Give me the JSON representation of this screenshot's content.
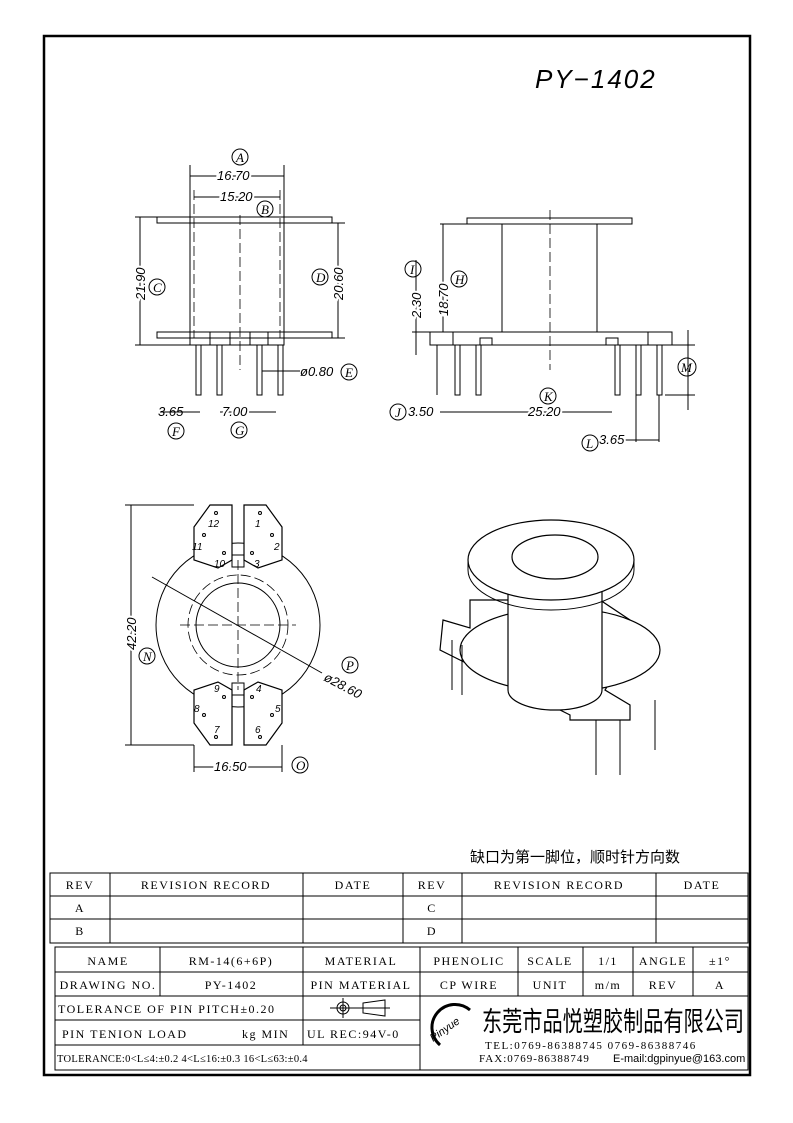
{
  "title": "PY−1402",
  "front_view": {
    "dims": {
      "A": "16.70",
      "B": "15.20",
      "C": "21.90",
      "D": "20.60",
      "E": "ø0.80",
      "F": "3.65",
      "G": "7.00"
    }
  },
  "side_view": {
    "dims": {
      "H": "18.70",
      "I": "2.30",
      "J": "3.50",
      "K": "25.20",
      "L": "3.65",
      "M": ""
    }
  },
  "bottom_view": {
    "dims": {
      "N": "42.20",
      "O": "16.50",
      "P": "ø28.60"
    },
    "pins": [
      "1",
      "2",
      "3",
      "4",
      "5",
      "6",
      "7",
      "8",
      "9",
      "10",
      "11",
      "12"
    ]
  },
  "labels": [
    "A",
    "B",
    "C",
    "D",
    "E",
    "F",
    "G",
    "H",
    "I",
    "J",
    "K",
    "L",
    "M",
    "N",
    "O",
    "P"
  ],
  "note": "缺口为第一脚位，顺时针方向数",
  "revision_table": {
    "headers": [
      "REV",
      "REVISION RECORD",
      "DATE",
      "REV",
      "REVISION RECORD",
      "DATE"
    ],
    "rows": [
      [
        "A",
        "",
        "",
        "C",
        "",
        ""
      ],
      [
        "B",
        "",
        "",
        "D",
        "",
        ""
      ]
    ]
  },
  "title_block": {
    "name_label": "NAME",
    "name": "RM-14(6+6P)",
    "material_label": "MATERIAL",
    "material": "PHENOLIC",
    "scale_label": "SCALE",
    "scale": "1/1",
    "angle_label": "ANGLE",
    "angle": "±1°",
    "drawing_no_label": "DRAWING NO.",
    "drawing_no": "PY-1402",
    "pin_material_label": "PIN MATERIAL",
    "pin_material": "CP WIRE",
    "unit_label": "UNIT",
    "unit": "m/m",
    "rev_label": "REV",
    "rev": "A",
    "pitch_tol": "TOLERANCE OF PIN PITCH±0.20",
    "pin_load": "PIN TENION LOAD",
    "pin_load_unit": "kg MIN",
    "ul": "UL REC:94V-0",
    "tolerance": "TOLERANCE:0<L≤4:±0.2  4<L≤16:±0.3  16<L≤63:±0.4",
    "logo": "Pinyue",
    "company": "东莞市品悦塑胶制品有限公司",
    "tel": "TEL:0769-86388745    0769-86388746",
    "fax": "FAX:0769-86388749",
    "email": "E-mail:dgpinyue@163.com"
  }
}
